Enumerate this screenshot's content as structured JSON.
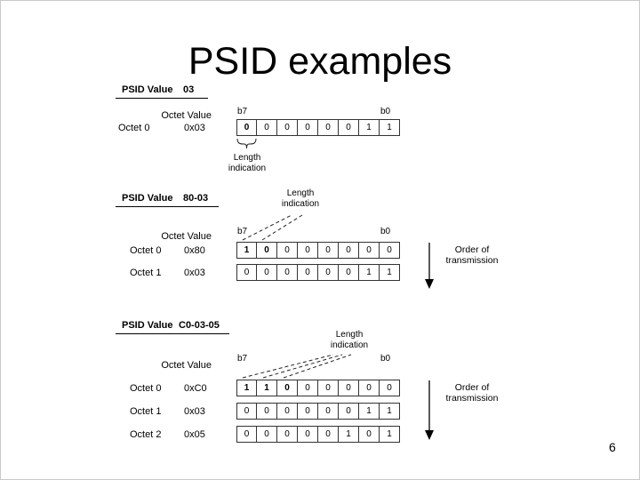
{
  "slide": {
    "title": "PSID examples",
    "page_number": "6"
  },
  "colors": {
    "text": "#000000",
    "background": "#ffffff",
    "cell_border": "#333333"
  },
  "labels": {
    "psid_value": "PSID Value",
    "octet_value": "Octet Value",
    "b7": "b7",
    "b0": "b0",
    "length_indication": "Length indication",
    "order_of_transmission": "Order of transmission"
  },
  "examples": [
    {
      "psid_value": "03",
      "rows": [
        {
          "label": "Octet 0",
          "hex": "0x03",
          "bits": [
            "0",
            "0",
            "0",
            "0",
            "0",
            "0",
            "1",
            "1"
          ],
          "bold_bits": 1
        }
      ]
    },
    {
      "psid_value": "80-03",
      "rows": [
        {
          "label": "Octet 0",
          "hex": "0x80",
          "bits": [
            "1",
            "0",
            "0",
            "0",
            "0",
            "0",
            "0",
            "0"
          ],
          "bold_bits": 2
        },
        {
          "label": "Octet 1",
          "hex": "0x03",
          "bits": [
            "0",
            "0",
            "0",
            "0",
            "0",
            "0",
            "1",
            "1"
          ],
          "bold_bits": 0
        }
      ]
    },
    {
      "psid_value": "C0-03-05",
      "rows": [
        {
          "label": "Octet 0",
          "hex": "0xC0",
          "bits": [
            "1",
            "1",
            "0",
            "0",
            "0",
            "0",
            "0",
            "0"
          ],
          "bold_bits": 3
        },
        {
          "label": "Octet 1",
          "hex": "0x03",
          "bits": [
            "0",
            "0",
            "0",
            "0",
            "0",
            "0",
            "1",
            "1"
          ],
          "bold_bits": 0
        },
        {
          "label": "Octet 2",
          "hex": "0x05",
          "bits": [
            "0",
            "0",
            "0",
            "0",
            "0",
            "1",
            "0",
            "1"
          ],
          "bold_bits": 0
        }
      ]
    }
  ]
}
